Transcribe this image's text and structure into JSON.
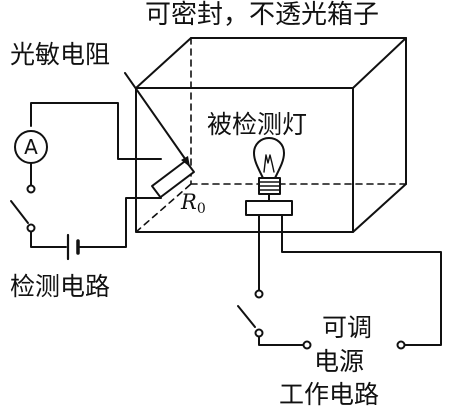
{
  "labels": {
    "box_title": "可密封，不透光箱子",
    "photoresistor": "光敏电阻",
    "lamp": "被检测灯",
    "detection_circuit": "检测电路",
    "adjustable_supply_line1": "可调",
    "adjustable_supply_line2": "电源",
    "working_circuit": "工作电路",
    "resistor_symbol": "R",
    "resistor_subscript": "0",
    "ammeter_symbol": "A"
  },
  "colors": {
    "ink": "#111111",
    "background": "#ffffff"
  },
  "icons": {
    "ammeter": "ammeter-icon",
    "photoresistor": "photoresistor-icon",
    "lamp": "light-bulb-icon",
    "battery": "battery-icon",
    "switch": "switch-icon",
    "adjustable_power_supply": "adjustable-power-supply-icon"
  }
}
